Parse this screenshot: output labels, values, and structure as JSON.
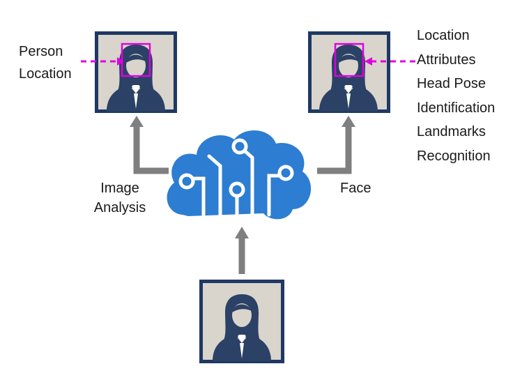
{
  "labels": {
    "person_location": [
      "Person",
      "Location"
    ],
    "image_analysis": [
      "Image",
      "Analysis"
    ],
    "face": "Face",
    "face_attributes": [
      "Location",
      "Attributes",
      "Head Pose",
      "Identification",
      "Landmarks",
      "Recognition"
    ]
  },
  "colors": {
    "frame": "#1f3864",
    "photo_bg": "#d9d4cc",
    "person": "#2b4166",
    "bounding_box": "#e000e0",
    "arrow": "#7f7f7f",
    "cloud": "#2d7dd2",
    "circuit": "#ffffff"
  },
  "icons": {
    "service": "brain-cloud-icon",
    "person": "person-icon"
  }
}
